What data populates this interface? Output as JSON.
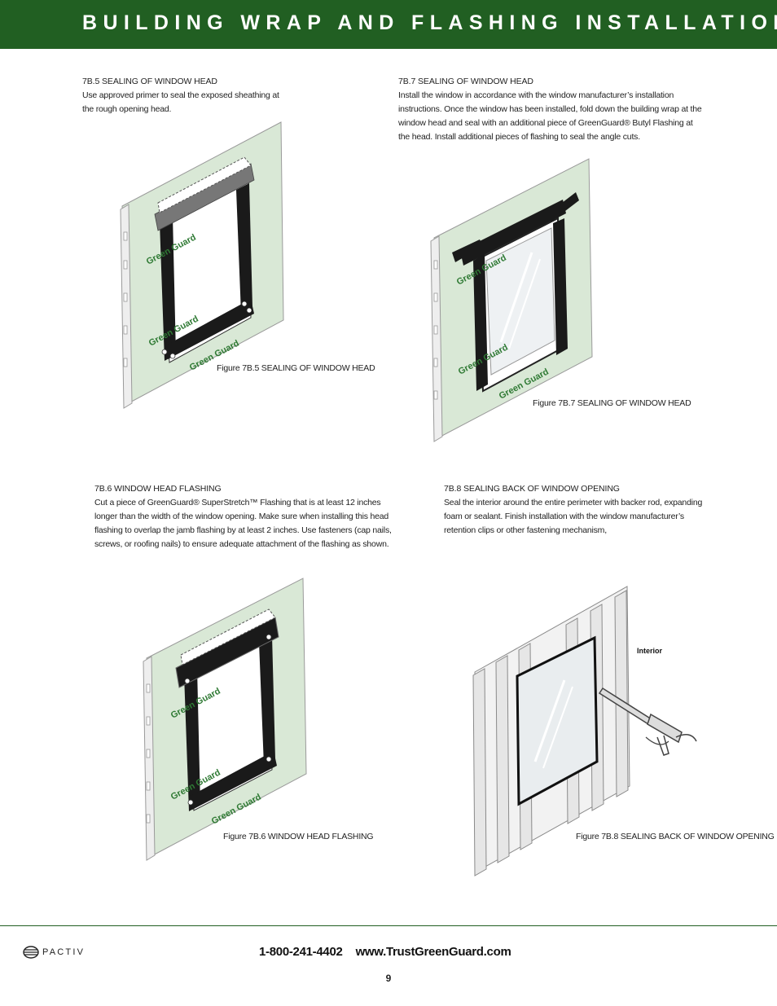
{
  "header": {
    "title": "BUILDING WRAP AND FLASHING INSTALLATION",
    "color": "#215f22"
  },
  "sections": {
    "s7b5": {
      "title": "7B.5 SEALING OF WINDOW HEAD",
      "lines": [
        "Use approved primer to seal the exposed sheathing at",
        "the rough opening head."
      ]
    },
    "s7b7": {
      "title": "7B.7 SEALING OF WINDOW HEAD",
      "lines": [
        "Install the window in accordance with the window manufacturer’s installation",
        "instructions. Once the window has been installed, fold down the building wrap at the",
        "window head and seal with an additional piece of GreenGuard® Butyl Flashing at",
        "the head. Install additional pieces of flashing to seal the angle cuts."
      ]
    },
    "s7b6": {
      "title": "7B.6 WINDOW HEAD FLASHING",
      "lines": [
        "Cut a piece of GreenGuard® SuperStretch™ Flashing that is at least 12 inches",
        "longer than the width of the window opening. Make sure when installing this head",
        "flashing to overlap the jamb flashing by at least 2 inches. Use fasteners (cap nails,",
        "screws, or roofing nails) to ensure adequate attachment of the flashing as shown."
      ]
    },
    "s7b8": {
      "title": "7B.8 SEALING BACK OF WINDOW OPENING",
      "lines": [
        "Seal the interior around the entire perimeter with backer rod, expanding",
        "foam or sealant. Finish installation with the window manufacturer’s",
        "retention clips or other fastening mechanism,"
      ]
    }
  },
  "figures": {
    "f7b5": {
      "caption": "Figure 7B.5 SEALING OF WINDOW HEAD",
      "wrap_text": "Green Guard"
    },
    "f7b7": {
      "caption": "Figure 7B.7  SEALING OF WINDOW HEAD",
      "wrap_text": "Green Guard"
    },
    "f7b6": {
      "caption": "Figure 7B.6 WINDOW HEAD FLASHING",
      "wrap_text": "Green Guard"
    },
    "f7b8": {
      "caption": "Figure 7B.8 SEALING BACK OF WINDOW OPENING",
      "label": "Interior"
    }
  },
  "footer": {
    "brand": "PACTIV",
    "phone": "1-800-241-4402",
    "website": "www.TrustGreenGuard.com",
    "page_number": "9"
  },
  "colors": {
    "wrap": "#d9e8d6",
    "logo_green": "#2f7a34",
    "flashing": "#1a1a1a",
    "stud": "#e9e9e9"
  }
}
